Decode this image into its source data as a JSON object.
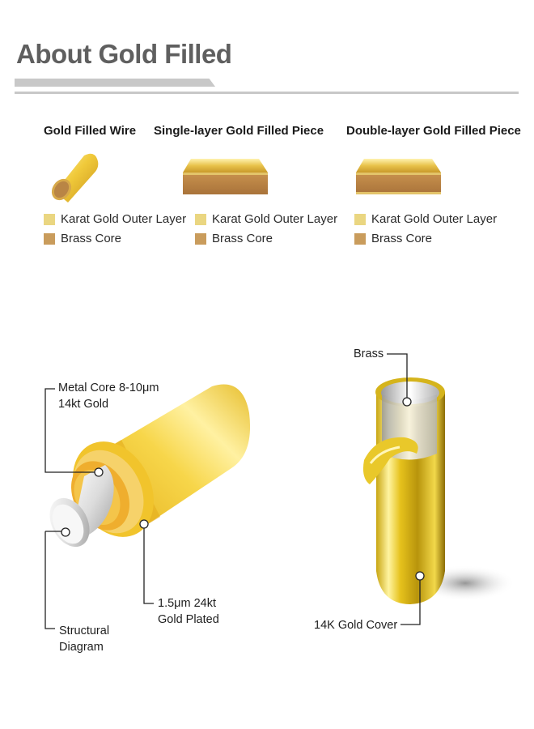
{
  "header": {
    "title": "About Gold Filled"
  },
  "columns": [
    {
      "heading": "Gold Filled Wire",
      "legend": [
        "Karat Gold Outer Layer",
        "Brass Core"
      ]
    },
    {
      "heading": "Single-layer Gold Filled Piece",
      "legend": [
        "Karat Gold Outer Layer",
        "Brass Core"
      ]
    },
    {
      "heading": "Double-layer Gold Filled Piece",
      "legend": [
        "Karat Gold Outer Layer",
        "Brass Core"
      ]
    }
  ],
  "colors": {
    "gold_outer": "#ead681",
    "brass_core": "#c99c5c",
    "title": "#5f5f5f",
    "rule": "#c8c8c8"
  },
  "diagram_left": {
    "callouts": {
      "core_line1": "Metal Core  8-10μm",
      "core_line2": "14kt Gold",
      "plated_line1": "1.5μm  24kt",
      "plated_line2": "Gold Plated",
      "structural_line1": "Structural",
      "structural_line2": "Diagram"
    }
  },
  "diagram_right": {
    "callouts": {
      "brass": "Brass",
      "cover": "14K Gold Cover"
    }
  }
}
